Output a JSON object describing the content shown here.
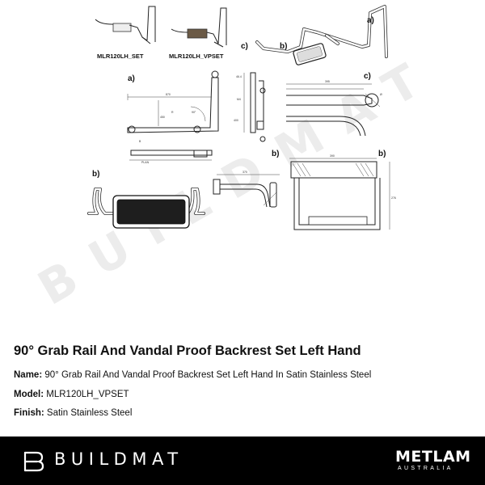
{
  "drawing": {
    "captions": [
      "MLR120LH_SET",
      "MLR120LH_VPSET"
    ],
    "callouts": {
      "a": "a)",
      "b": "b)",
      "c": "c)"
    },
    "watermark": "BUILDMAT"
  },
  "product": {
    "title": "90° Grab Rail And Vandal Proof Backrest Set Left Hand",
    "name_label": "Name:",
    "name_value": "90° Grab Rail And Vandal Proof Backrest Set Left Hand In Satin Stainless Steel",
    "model_label": "Model:",
    "model_value": "MLR120LH_VPSET",
    "finish_label": "Finish:",
    "finish_value": "Satin Stainless Steel"
  },
  "footer": {
    "brand": "BUILDMAT",
    "partner": "METLAM",
    "partner_sub": "AUSTRALIA",
    "background": "#000000",
    "text_color": "#ffffff"
  }
}
